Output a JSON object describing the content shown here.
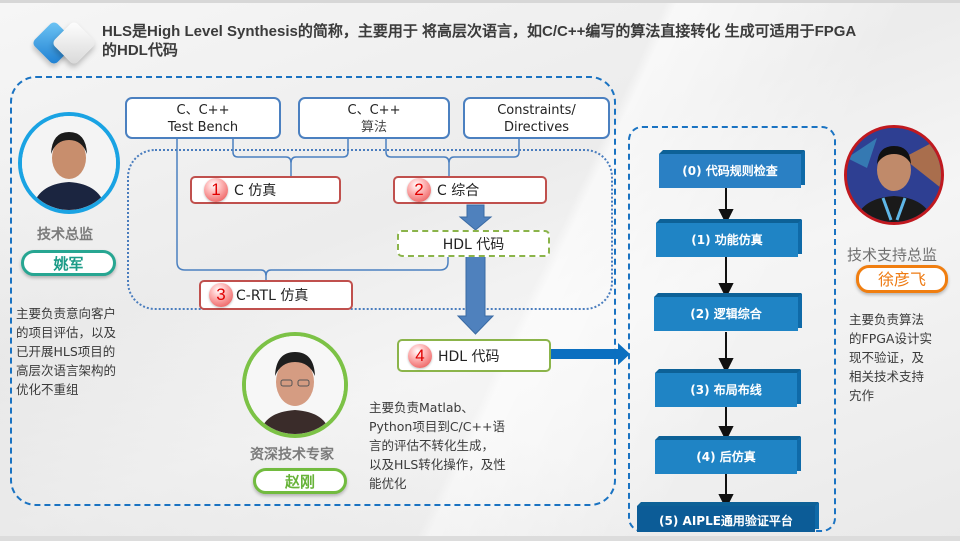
{
  "header": {
    "title": "HLS是High Level Synthesis的简称，主要用于 将高层次语言，如C/C++编写的算法直接转化 生成可适用于FPGA的HDL代码"
  },
  "hls_flow": {
    "sources": [
      {
        "line1": "C、C++",
        "line2": "Test Bench"
      },
      {
        "line1": "C、C++",
        "line2": "算法"
      },
      {
        "line1": "Constraints/",
        "line2": "Directives"
      }
    ],
    "steps": [
      {
        "num": "1",
        "label": "C 仿真"
      },
      {
        "num": "2",
        "label": "C 综合"
      },
      {
        "num": "",
        "label": "HDL 代码"
      },
      {
        "num": "3",
        "label": "C-RTL 仿真"
      },
      {
        "num": "4",
        "label": "HDL 代码"
      }
    ]
  },
  "verification_flow": [
    {
      "label": "(0) 代码规则检查"
    },
    {
      "label": "(1) 功能仿真"
    },
    {
      "label": "(2) 逻辑综合"
    },
    {
      "label": "(3) 布局布线"
    },
    {
      "label": "(4) 后仿真"
    },
    {
      "label": "(5) AIPLE通用验证平台"
    }
  ],
  "people": [
    {
      "role": "技术总监",
      "name": "姚军",
      "description": [
        "主要负责意向客户",
        "的项目评估，以及",
        "已开展HLS项目的",
        "高层次语言架构的",
        "优化不重组"
      ]
    },
    {
      "role": "资深技术专家",
      "name": "赵刚",
      "description": [
        "主要负责Matlab、",
        "Python项目到C/C++语",
        "言的评估不转化生成，",
        "以及HLS转化操作，及性",
        "能优化"
      ]
    },
    {
      "role": "技术支持总监",
      "name": "徐彦飞",
      "description": [
        "主要负责算法",
        "的FPGA设计实",
        "现不验证，及",
        "相关技术支持",
        "宄作"
      ]
    }
  ],
  "colors": {
    "frame_blue": "#1a73c2",
    "step_red": "#c0504d",
    "hdl_green": "#8bb44a",
    "arrow_blue": "#4f81bd",
    "flow_blue": "#1f84c5"
  }
}
